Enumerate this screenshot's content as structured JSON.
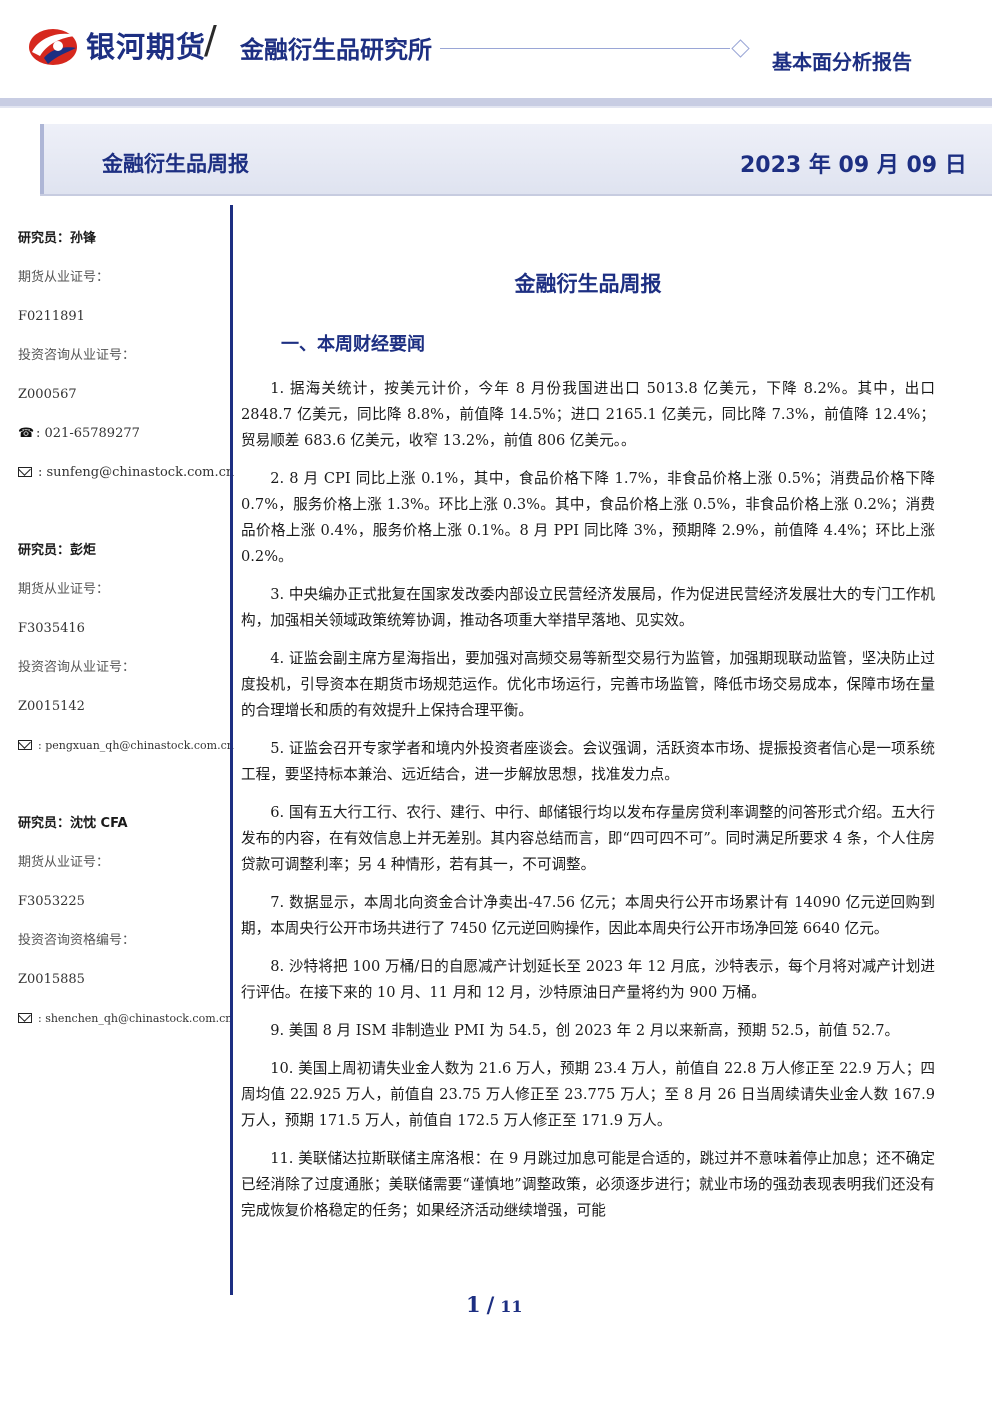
{
  "header": {
    "brand_name": "银河期货",
    "separator": "/",
    "institute": "金融衍生品研究所",
    "report_type": "基本面分析报告"
  },
  "banner": {
    "title": "金融衍生品周报",
    "date": "2023 年 09 月 09 日"
  },
  "analysts": [
    {
      "name": "研究员：孙锋",
      "futures_label": "期货从业证号：",
      "futures_id": "F0211891",
      "consult_label": "投资咨询从业证号：",
      "consult_id": "Z000567",
      "phone": "021-65789277",
      "email": "sunfeng@chinastock.com.cn"
    },
    {
      "name": "研究员：彭炬",
      "futures_label": "期货从业证号：",
      "futures_id": "F3035416",
      "consult_label": "投资咨询从业证号：",
      "consult_id": "Z0015142",
      "email": "pengxuan_qh@chinastock.com.cn"
    },
    {
      "name": "研究员：沈忱 CFA",
      "futures_label": "期货从业证号：",
      "futures_id": "F3053225",
      "consult_label": "投资咨询资格编号：",
      "consult_id": "Z0015885",
      "email": "shenchen_qh@chinastock.com.cn"
    }
  ],
  "icons": {
    "phone": "phone-icon",
    "email": "mail-icon",
    "logo": "galaxy-logo-icon"
  },
  "main": {
    "title": "金融衍生品周报",
    "section_1": "一、本周财经要闻",
    "paragraphs": [
      "1. 据海关统计，按美元计价，今年 8 月份我国进出口 5013.8 亿美元，下降 8.2%。其中，出口 2848.7 亿美元，同比降 8.8%，前值降 14.5%；进口 2165.1 亿美元，同比降 7.3%，前值降 12.4%；贸易顺差 683.6 亿美元，收窄 13.2%，前值 806 亿美元。。",
      "2. 8 月 CPI 同比上涨 0.1%，其中，食品价格下降 1.7%，非食品价格上涨 0.5%；消费品价格下降 0.7%，服务价格上涨 1.3%。环比上涨 0.3%。其中，食品价格上涨 0.5%，非食品价格上涨 0.2%；消费品价格上涨 0.4%，服务价格上涨 0.1%。8 月 PPI 同比降 3%，预期降 2.9%，前值降 4.4%；环比上涨 0.2%。",
      "3. 中央编办正式批复在国家发改委内部设立民营经济发展局，作为促进民营经济发展壮大的专门工作机构，加强相关领域政策统筹协调，推动各项重大举措早落地、见实效。",
      "4. 证监会副主席方星海指出，要加强对高频交易等新型交易行为监管，加强期现联动监管，坚决防止过度投机，引导资本在期货市场规范运作。优化市场运行，完善市场监管，降低市场交易成本，保障市场在量的合理增长和质的有效提升上保持合理平衡。",
      "5. 证监会召开专家学者和境内外投资者座谈会。会议强调，活跃资本市场、提振投资者信心是一项系统工程，要坚持标本兼治、远近结合，进一步解放思想，找准发力点。",
      "6. 国有五大行工行、农行、建行、中行、邮储银行均以发布存量房贷利率调整的问答形式介绍。五大行发布的内容，在有效信息上并无差别。其内容总结而言，即“四可四不可”。同时满足所要求 4 条，个人住房贷款可调整利率；另 4 种情形，若有其一，不可调整。",
      "7. 数据显示，本周北向资金合计净卖出-47.56 亿元；本周央行公开市场累计有 14090 亿元逆回购到期，本周央行公开市场共进行了 7450 亿元逆回购操作，因此本周央行公开市场净回笼 6640 亿元。",
      "8. 沙特将把 100 万桶/日的自愿减产计划延长至 2023 年 12 月底，沙特表示，每个月将对减产计划进行评估。在接下来的 10 月、11 月和 12 月，沙特原油日产量将约为 900 万桶。",
      "9. 美国 8 月 ISM 非制造业 PMI 为 54.5，创 2023 年 2 月以来新高，预期 52.5，前值 52.7。",
      "10. 美国上周初请失业金人数为 21.6 万人，预期 23.4 万人，前值自 22.8 万人修正至 22.9 万人；四周均值 22.925 万人，前值自 23.75 万人修正至 23.775 万人；至 8 月 26 日当周续请失业金人数 167.9 万人，预期 171.5 万人，前值自 172.5 万人修正至 171.9 万人。",
      "11. 美联储达拉斯联储主席洛根：在 9 月跳过加息可能是合适的，跳过并不意味着停止加息；还不确定已经消除了过度通胀；美联储需要“谨慎地”调整政策，必须逐步进行；就业市场的强劲表现表明我们还没有完成恢复价格稳定的任务；如果经济活动继续增强，可能"
    ]
  },
  "footer": {
    "page_current": "1",
    "page_sep": "/",
    "page_total": "11"
  }
}
